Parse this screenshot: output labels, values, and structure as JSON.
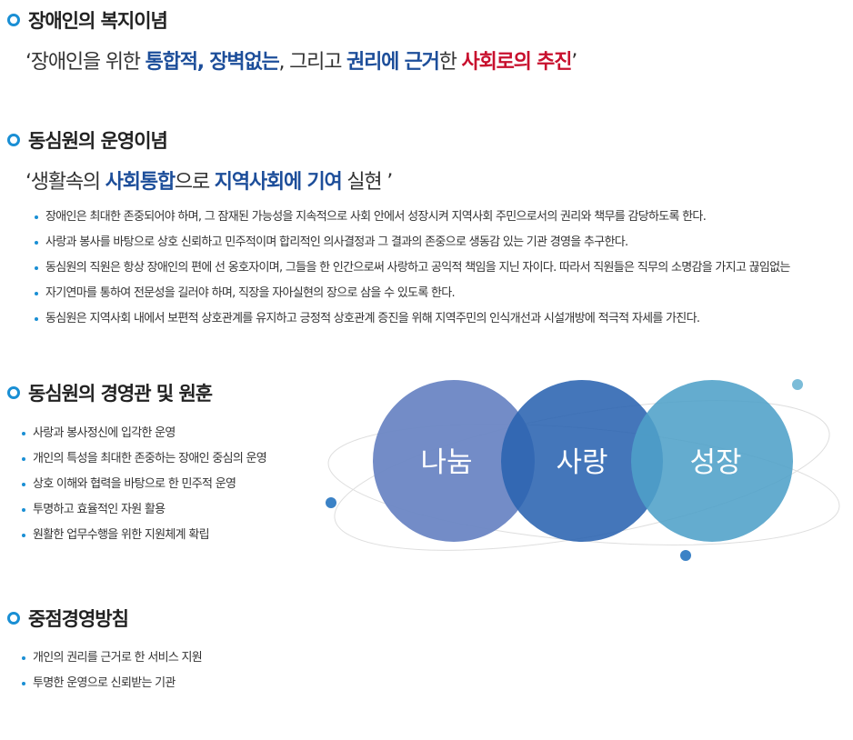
{
  "welfare": {
    "title": "장애인의 복지이념",
    "motto": {
      "open": "‘장애인을 위한 ",
      "k1": "통합적, 장벽없는",
      "sep": ", 그리고 ",
      "k2": "권리에 근거",
      "mid": "한 ",
      "k3": "사회로의 추진",
      "close": "’"
    }
  },
  "operation": {
    "title": "동심원의 운영이념",
    "motto": {
      "open": "‘생활속의 ",
      "k1": "사회통합",
      "mid": "으로 ",
      "k2": "지역사회에 기여",
      "close": " 실현 ’"
    },
    "items": [
      "장애인은 최대한 존중되어야 하며, 그 잠재된 가능성을 지속적으로 사회 안에서 성장시켜 지역사회 주민으로서의 권리와 책무를 감당하도록 한다.",
      "사랑과 봉사를 바탕으로 상호 신뢰하고 민주적이며 합리적인 의사결정과 그 결과의 존중으로 생동감 있는 기관 경영을 추구한다.",
      "동심원의 직원은 항상 장애인의 편에 선 옹호자이며, 그들을 한 인간으로써 사랑하고 공익적 책임을 지닌 자이다. 따라서 직원들은 직무의 소명감을 가지고 끊임없는",
      "자기연마를 통하여 전문성을 길러야 하며, 직장을 자아실현의 장으로 삼을 수 있도록 한다.",
      "동심원은 지역사회 내에서 보편적 상호관계를 유지하고 긍정적 상호관계 증진을 위해 지역주민의 인식개선과 시설개방에 적극적 자세를 가진다."
    ]
  },
  "management": {
    "title": "동심원의 경영관 및 원훈",
    "items": [
      "사랑과 봉사정신에 입각한 운영",
      "개인의 특성을 최대한 존중하는 장애인 중심의 운영",
      "상호 이해와 협력을 바탕으로 한 민주적 운영",
      "투명하고 효율적인 자원 활용",
      "원활한 업무수행을 위한 지원체계 확립"
    ],
    "venn": [
      "나눔",
      "사랑",
      "성장"
    ],
    "colors": {
      "circle1": "#6b86c4",
      "circle2": "#2a63b0",
      "circle3": "#4fa0c8",
      "dot_blue": "#3b82c6",
      "dot_light": "#7bbcd8",
      "orbit": "#dedede"
    }
  },
  "focus": {
    "title": "중점경영방침",
    "items": [
      "개인의 권리를 근거로 한 서비스 지원",
      "투명한 운영으로 신뢰받는 기관"
    ]
  }
}
